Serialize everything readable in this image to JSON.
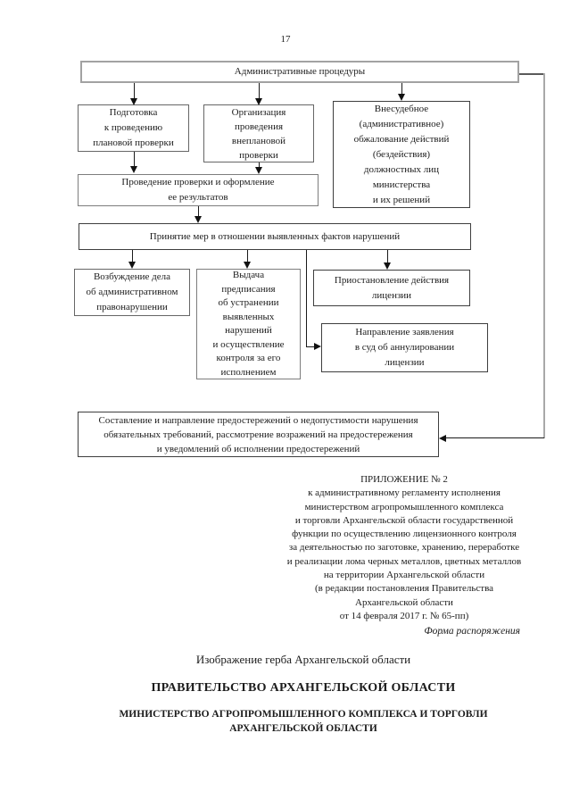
{
  "page_number": "17",
  "flowchart": {
    "admin_procedures": "Административные процедуры",
    "preparation_planned": "Подготовка\nк проведению\nплановой проверки",
    "organization_unplanned": "Организация\nпроведения\nвнеплановой\nпроверки",
    "extrajudicial_appeal": "Внесудебное\n(административное)\nобжалование действий\n(бездействия)\nдолжностных лиц\nминистерства\nи их решений",
    "inspection_execution": "Проведение проверки и оформление\nее результатов",
    "taking_measures": "Принятие мер в отношении выявленных фактов нарушений",
    "case_initiation": "Возбуждение дела\nоб административном\nправонарушении",
    "order_issuance": "Выдача\nпредписания\nоб устранении\nвыявленных\nнарушений\nи осуществление\nконтроля за его\nисполнением",
    "license_suspension": "Приостановление действия\nлицензии",
    "court_application": "Направление заявления\nв суд об аннулировании\nлицензии",
    "warnings_drafting": "Составление и направление предостережений о недопустимости нарушения\nобязательных требований, рассмотрение возражений на предостережения\nи уведомлений об исполнении предостережений"
  },
  "appendix_text": "ПРИЛОЖЕНИЕ № 2\nк  административному регламенту  исполнения\nминистерством агропромышленного комплекса\nи торговли Архангельской области государственной\nфункции по осуществлению лицензионного контроля\nза деятельностью по заготовке, хранению, переработке\nи реализации лома черных металлов, цветных металлов\nна территории Архангельской области\n(в редакции постановления Правительства\nАрхангельской области\nот 14 февраля 2017 г. № 65-пп)",
  "form_caption": "Форма распоряжения",
  "letterhead": {
    "coat_of_arms_caption": "Изображение герба Архангельской области",
    "government": "ПРАВИТЕЛЬСТВО АРХАНГЕЛЬСКОЙ ОБЛАСТИ",
    "ministry": "МИНИСТЕРСТВО АГРОПРОМЫШЛЕННОГО КОМПЛЕКСА И ТОРГОВЛИ\nАРХАНГЕЛЬСКОЙ ОБЛАСТИ"
  }
}
